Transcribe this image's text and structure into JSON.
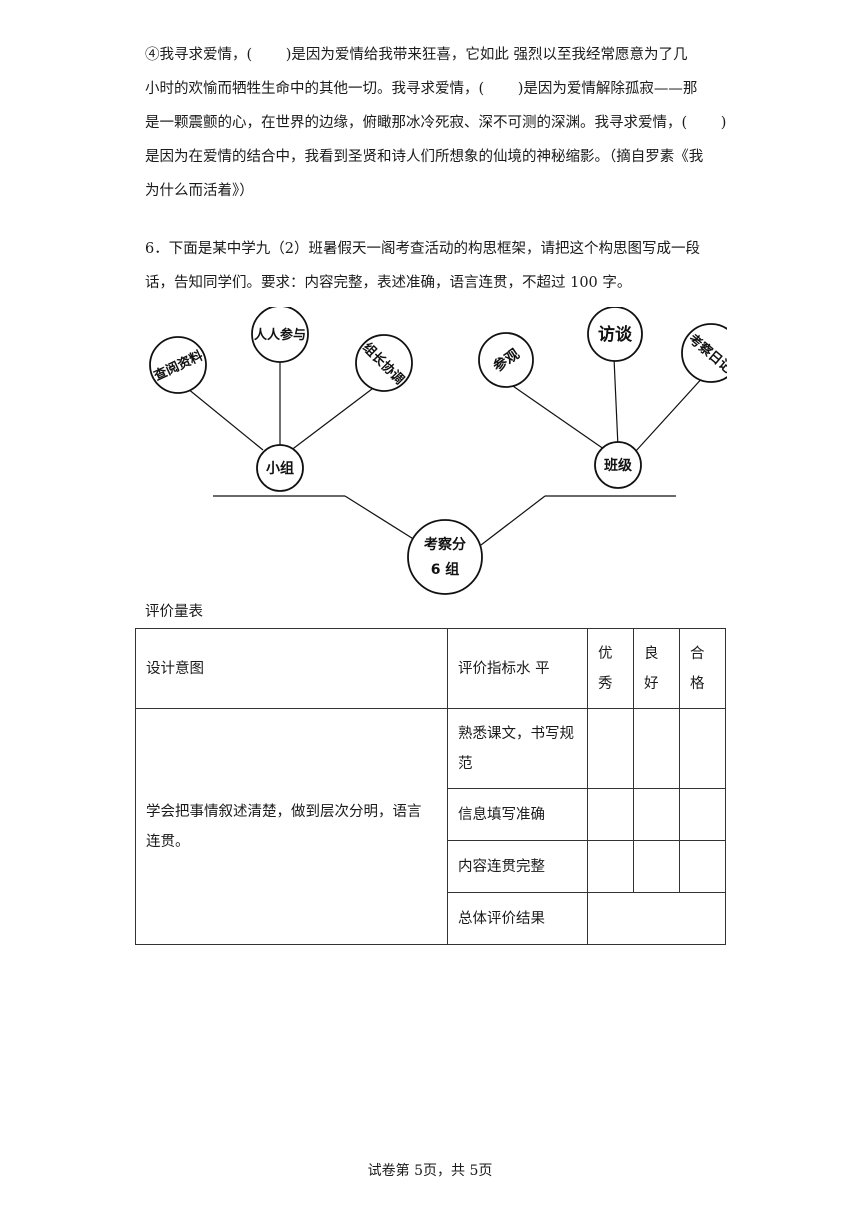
{
  "passage": {
    "lines": [
      "④我寻求爱情，(　　 )是因为爱情给我带来狂喜，它如此 强烈以至我经常愿意为了几",
      "小时的欢愉而牺牲生命中的其他一切。我寻求爱情，(　　 )是因为爱情解除孤寂——那",
      "是一颗震颤的心，在世界的边缘，俯瞰那冰冷死寂、深不可测的深渊。我寻求爱情，(　　 )",
      "是因为在爱情的结合中，我看到圣贤和诗人们所想象的仙境的神秘缩影。（摘自罗素《我",
      "为什么而活着》）"
    ]
  },
  "question6": {
    "lines": [
      "6．下面是某中学九（2）班暑假天一阁考查活动的构思框架，请把这个构思图写成一段",
      "话，告知同学们。要求：内容完整，表述准确，语言连贯，不超过 100 字。"
    ]
  },
  "diagram": {
    "root": [
      "考察分",
      "6 组"
    ],
    "left_branch": {
      "label": "小组",
      "leaves": [
        "查阅资料",
        "人人参与",
        "组长协调"
      ]
    },
    "right_branch": {
      "label": "班级",
      "leaves": [
        "参观",
        "访谈",
        "考察日记"
      ]
    }
  },
  "rubric": {
    "caption": "评价量表",
    "header": {
      "design_intent": "设计意图",
      "indicator": "评价指标水 平",
      "levels": [
        [
          "优",
          "秀"
        ],
        [
          "良",
          "好"
        ],
        [
          "合",
          "格"
        ]
      ]
    },
    "intent_text": [
      "学会把事情叙述清楚，做到层次分明，语言",
      "连贯。"
    ],
    "criteria": [
      [
        "熟悉课文，书写规",
        "范"
      ],
      [
        "信息填写准确"
      ],
      [
        "内容连贯完整"
      ]
    ],
    "overall_label": "总体评价结果"
  },
  "footer": "试卷第 5页，共 5页"
}
